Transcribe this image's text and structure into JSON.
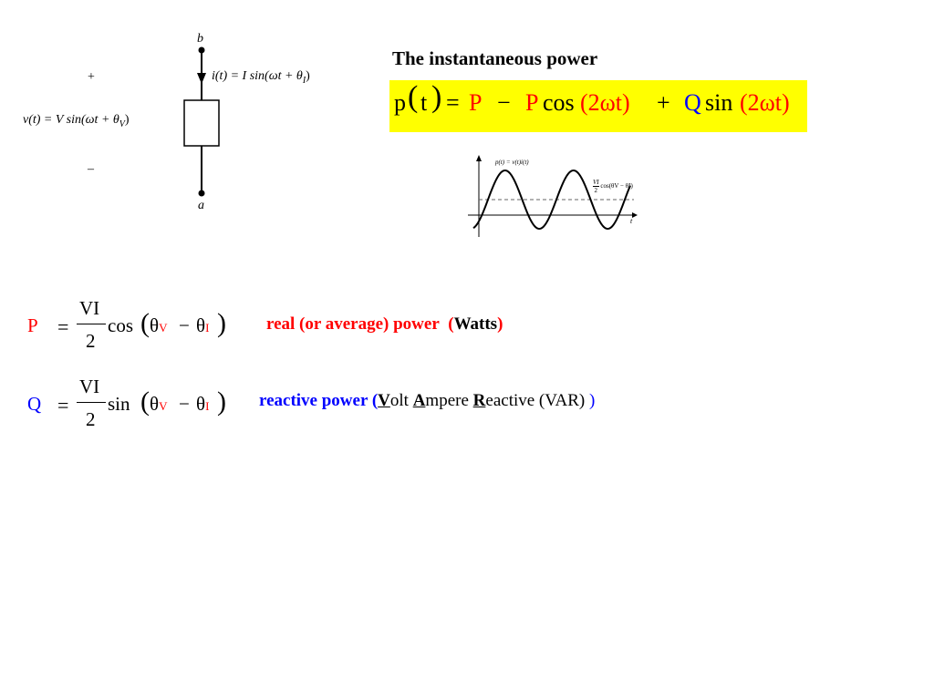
{
  "circuit": {
    "node_top": "b",
    "node_bottom": "a",
    "plus": "+",
    "minus": "–",
    "current_expr": "i(t) = I sin(ωt + θ",
    "current_sub": "I",
    "voltage_expr": "v(t) = V sin(ωt + θ",
    "voltage_sub": "V"
  },
  "title": "The instantaneous power",
  "equation": {
    "lhs_p": "p",
    "lhs_t": "t",
    "eq": "=",
    "P1": "P",
    "minus": "−",
    "P2": "P",
    "cos": "cos",
    "cos_arg": "(2ωt)",
    "plus": "+",
    "Q": "Q",
    "sin": "sin",
    "sin_arg": "(2ωt)"
  },
  "wave": {
    "label_top": "p(t) = v(t)i(t)",
    "label_mid_num": "VI",
    "label_mid_den": "2",
    "label_mid_fn": "cos(θ",
    "label_mid_tail": "V − θ",
    "label_mid_end": "I)",
    "label_t": "t"
  },
  "real_power": {
    "var": "P",
    "eq": "=",
    "num": "VI",
    "den": "2",
    "fn": "cos",
    "theta1": "θ",
    "sub1": "V",
    "minus": "−",
    "theta2": "θ",
    "sub2": "I",
    "desc": "real (or average) power",
    "unit_open": "(",
    "unit": "Watts",
    "unit_close": ")"
  },
  "reactive_power": {
    "var": "Q",
    "eq": "=",
    "num": "VI",
    "den": "2",
    "fn": "sin",
    "theta1": "θ",
    "sub1": "V",
    "minus": "−",
    "theta2": "θ",
    "sub2": "I",
    "desc": "reactive power",
    "open": "(",
    "V": "V",
    "olt": "olt ",
    "A": "A",
    "mpere": "mpere ",
    "R": "R",
    "eactive": "eactive  (VAR) ",
    "close": ")"
  }
}
